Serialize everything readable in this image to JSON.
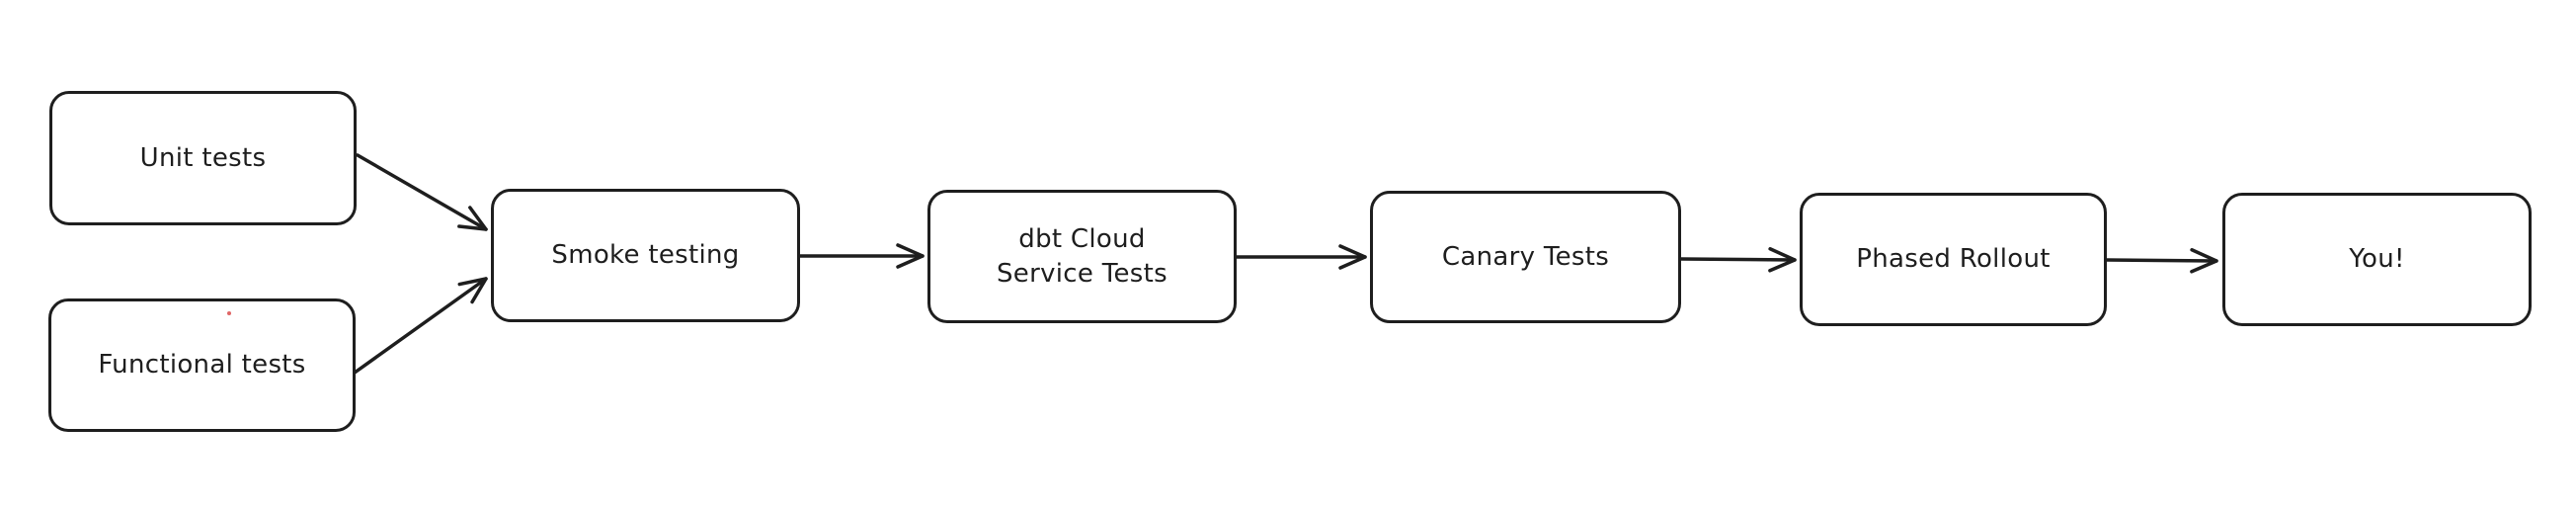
{
  "diagram": {
    "type": "flowchart",
    "background_color": "#ffffff",
    "stroke_color": "#1e1e1e",
    "node_fill_color": "#ffffff",
    "stray_dot_color": "#e06666",
    "nodes": [
      {
        "id": "unit-tests",
        "label": "Unit tests"
      },
      {
        "id": "functional-tests",
        "label": "Functional tests"
      },
      {
        "id": "smoke-testing",
        "label": "Smoke testing"
      },
      {
        "id": "dbt-cloud-service-tests",
        "label": "dbt Cloud\nService Tests"
      },
      {
        "id": "canary-tests",
        "label": "Canary Tests"
      },
      {
        "id": "phased-rollout",
        "label": "Phased Rollout"
      },
      {
        "id": "you",
        "label": "You!"
      }
    ],
    "edges": [
      {
        "from": "unit-tests",
        "to": "smoke-testing"
      },
      {
        "from": "functional-tests",
        "to": "smoke-testing"
      },
      {
        "from": "smoke-testing",
        "to": "dbt-cloud-service-tests"
      },
      {
        "from": "dbt-cloud-service-tests",
        "to": "canary-tests"
      },
      {
        "from": "canary-tests",
        "to": "phased-rollout"
      },
      {
        "from": "phased-rollout",
        "to": "you"
      }
    ]
  }
}
